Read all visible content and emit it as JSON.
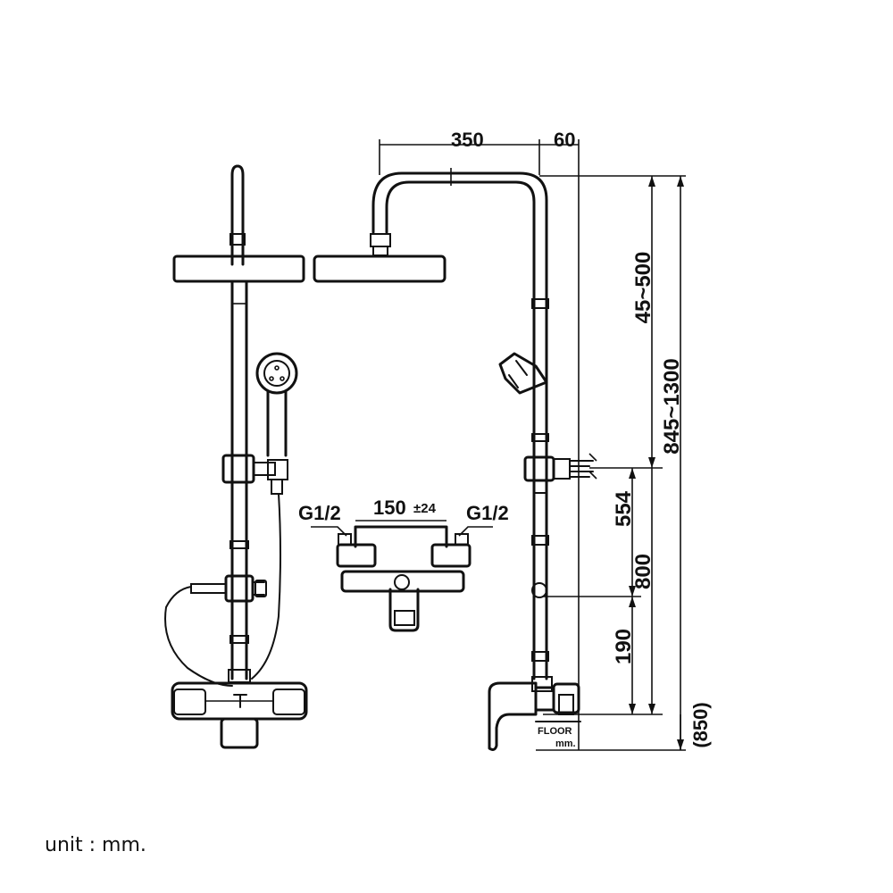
{
  "dimensions": {
    "arm_length": "350",
    "head_offset": "60",
    "head_height": "45~500",
    "column_height": "845~1300",
    "mixer_to_bracket": "554",
    "mixer_to_floor": "800",
    "mixer_to_holder": "190",
    "total_from_floor": "(850)",
    "mixer_spacing": "150",
    "mixer_tolerance": "±24",
    "inlet_left": "G1/2",
    "inlet_right": "G1/2"
  },
  "floor_label": "FLOOR",
  "floor_unit": "mm.",
  "unit_note": "unit : mm."
}
